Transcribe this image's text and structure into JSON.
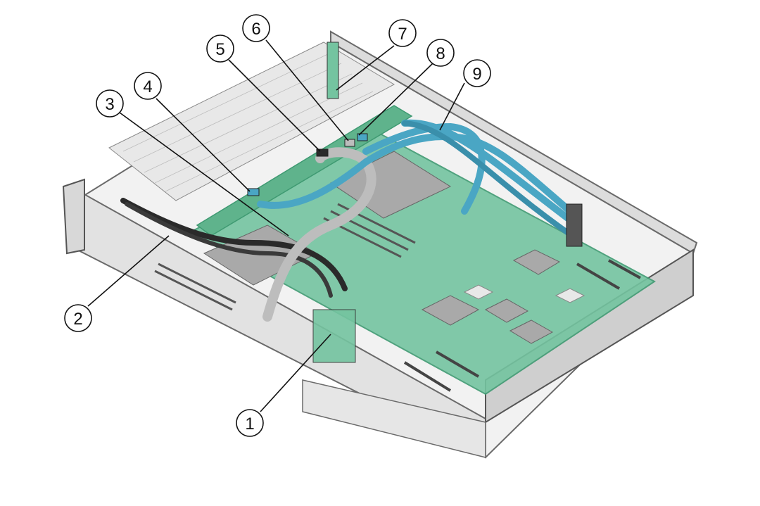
{
  "diagram": {
    "callouts": [
      {
        "label": "1"
      },
      {
        "label": "2"
      },
      {
        "label": "3"
      },
      {
        "label": "4"
      },
      {
        "label": "5"
      },
      {
        "label": "6"
      },
      {
        "label": "7"
      },
      {
        "label": "8"
      },
      {
        "label": "9"
      }
    ],
    "colors": {
      "chassis": "#ececec",
      "chassis_edge": "#6a6a6a",
      "board": "#74c4a0",
      "board_dark": "#3f9a72",
      "cable_blue": "#4aa6c4",
      "cable_black": "#2a2a2a",
      "cable_gray": "#bdbdbd",
      "heatsink": "#a9a9a9"
    }
  }
}
